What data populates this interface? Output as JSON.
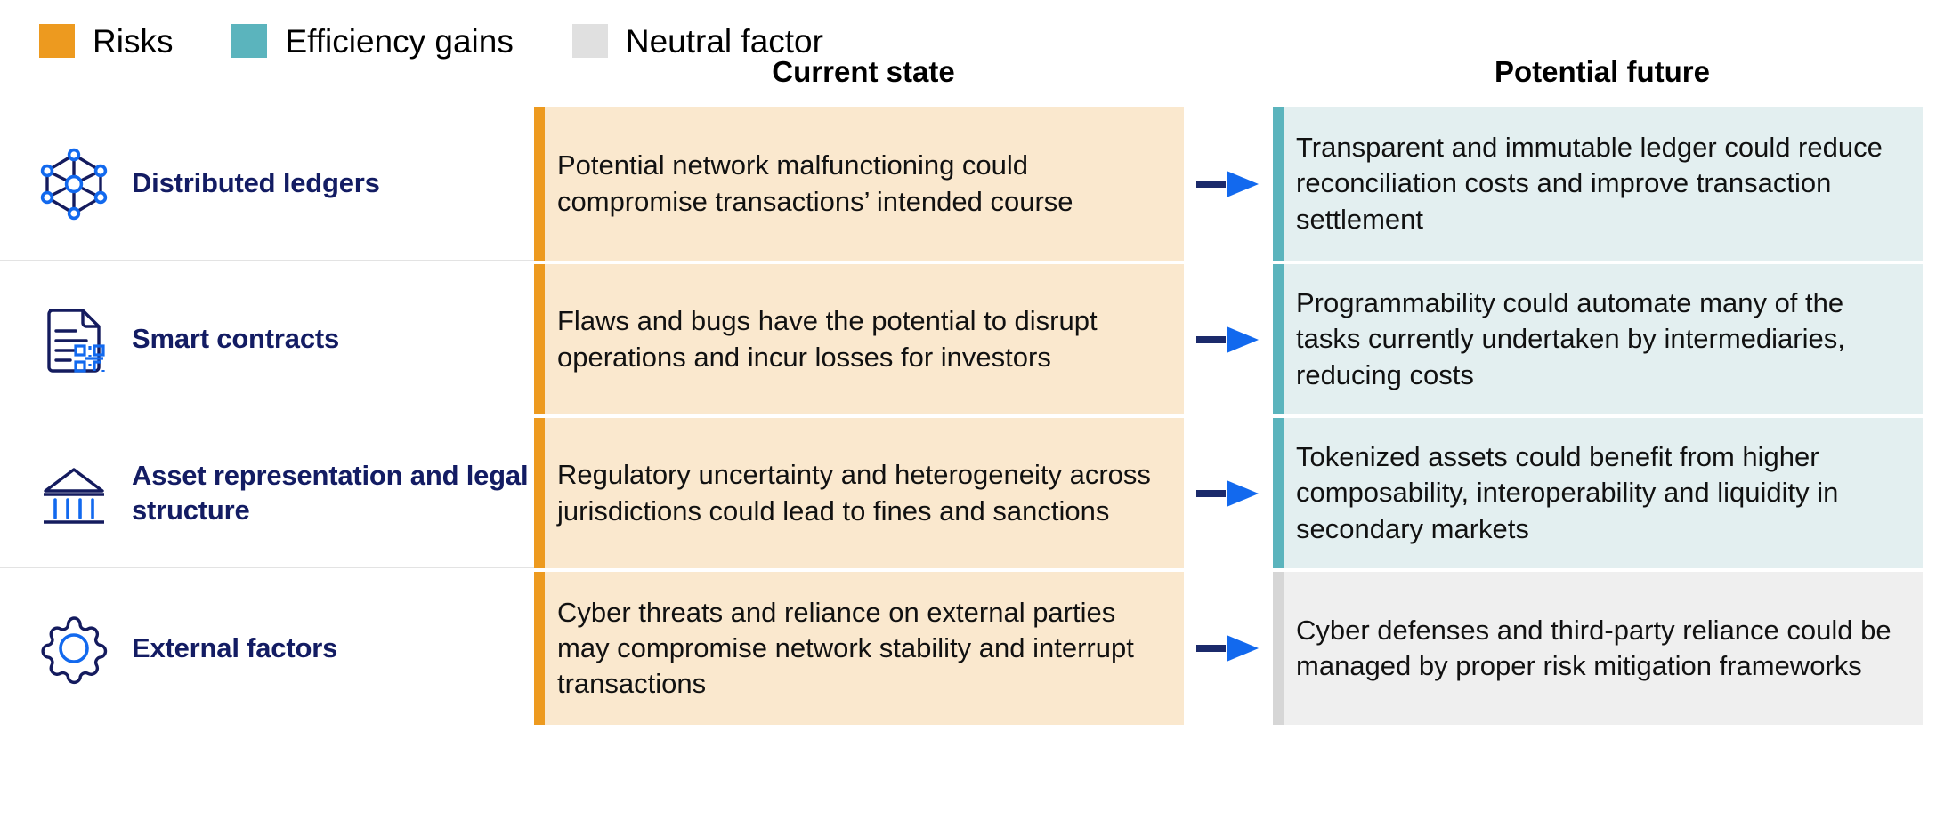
{
  "legend": {
    "items": [
      {
        "label": "Risks",
        "color": "#ED9A1F",
        "icon": "legend-swatch-risks"
      },
      {
        "label": "Efficiency gains",
        "color": "#5BB4BD",
        "icon": "legend-swatch-efficiency"
      },
      {
        "label": "Neutral factor",
        "color": "#E0E0E0",
        "icon": "legend-swatch-neutral"
      }
    ]
  },
  "headers": {
    "current": "Current state",
    "future": "Potential future"
  },
  "colors": {
    "risk_accent": "#ED9A1F",
    "risk_fill": "#FAE8CE",
    "efficiency_accent": "#5BB4BD",
    "efficiency_fill": "#E3EFF0",
    "neutral_accent": "#D6D6D6",
    "neutral_fill": "#EFEFEF",
    "title_navy": "#131C63",
    "icon_navy": "#141B5E",
    "icon_blue": "#1269EE",
    "arrow_shaft": "#1B2A6B",
    "arrow_head": "#1269EE"
  },
  "rows": [
    {
      "icon": "distributed-ledger-network-icon",
      "title": "Distributed ledgers",
      "current": "Potential network malfunctioning could compromise transactions’ intended course",
      "future": "Transparent and immutable ledger could reduce reconciliation costs and improve transaction settlement",
      "future_type": "efficiency",
      "arrow": "arrow-right-icon"
    },
    {
      "icon": "smart-contract-document-qr-icon",
      "title": "Smart contracts",
      "current": "Flaws and bugs have the potential to disrupt operations and incur losses for  investors",
      "future": "Programmability could automate many of the tasks currently undertaken by intermediaries, reducing costs",
      "future_type": "efficiency",
      "arrow": "arrow-right-icon"
    },
    {
      "icon": "bank-building-icon",
      "title": "Asset representation and legal structure",
      "current": "Regulatory uncertainty and heterogeneity across jurisdictions could lead to fines and sanctions",
      "future": "Tokenized assets could benefit from higher composability, interoperability and liquidity in secondary markets",
      "future_type": "efficiency",
      "arrow": "arrow-right-icon"
    },
    {
      "icon": "gear-cog-icon",
      "title": "External factors",
      "current": "Cyber threats and reliance on external parties may compromise network stability and interrupt transactions",
      "future": "Cyber defenses and third-party reliance could be managed by proper risk mitigation frameworks",
      "future_type": "neutral",
      "arrow": "arrow-right-icon"
    }
  ]
}
